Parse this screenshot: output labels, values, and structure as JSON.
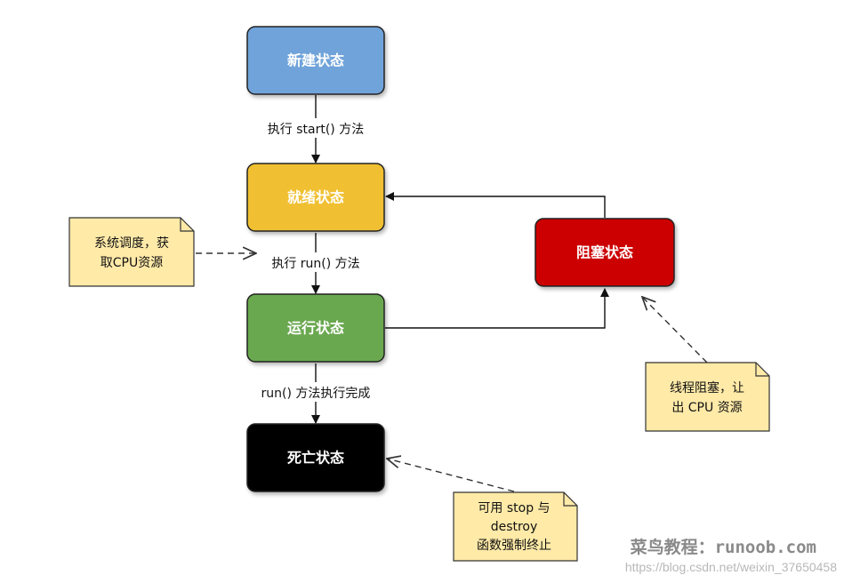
{
  "states": {
    "new": "新建状态",
    "ready": "就绪状态",
    "running": "运行状态",
    "blocked": "阻塞状态",
    "dead": "死亡状态"
  },
  "colors": {
    "new": "#6fa3d9",
    "ready": "#f0c030",
    "running": "#6aa84f",
    "blocked": "#cc0000",
    "dead": "#000000",
    "note": "#ffeaa8"
  },
  "edges": {
    "new_to_ready": "执行 start() 方法",
    "ready_to_running": "执行 run() 方法",
    "running_to_dead": "run() 方法执行完成"
  },
  "notes": {
    "scheduler": [
      "系统调度，获",
      "取CPU资源"
    ],
    "blocking": [
      "线程阻塞，让",
      "出 CPU 资源"
    ],
    "stop": [
      "可用 stop 与",
      "destroy",
      "函数强制终止"
    ]
  },
  "watermark": {
    "site": "菜鸟教程：runoob.com",
    "url": "https://blog.csdn.net/weixin_37650458"
  }
}
